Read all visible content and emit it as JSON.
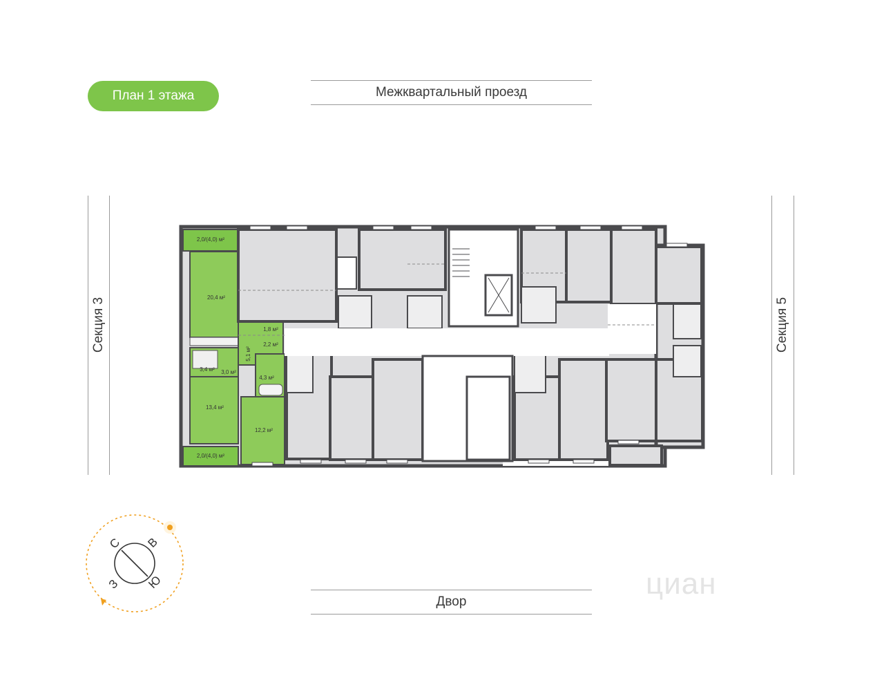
{
  "title": "План 1 этажа",
  "roads": {
    "top": "Межквартальный проезд",
    "bottom": "Двор"
  },
  "sections": {
    "left": "Секция 3",
    "right": "Секция 5"
  },
  "compass": {
    "north": "С",
    "east": "В",
    "south": "Ю",
    "west": "З"
  },
  "watermark": "циан",
  "colors": {
    "accent": "#7ec54a",
    "room_gray": "#dedee0",
    "wall": "#4a4a4d",
    "sun": "#f0a020"
  },
  "areas": {
    "balcony_top": "2,0/(4,0) м²",
    "living_large": "20,4 м²",
    "hall_small": "1,8 м²",
    "room_22": "2,2 м²",
    "corridor": "5,1 м²",
    "bath_34": "3,4 м²",
    "bath_30": "3,0 м²",
    "bath_43": "4,3 м²",
    "room_134": "13,4 м²",
    "room_122": "12,2 м²",
    "balcony_bottom": "2,0/(4,0) м²"
  }
}
